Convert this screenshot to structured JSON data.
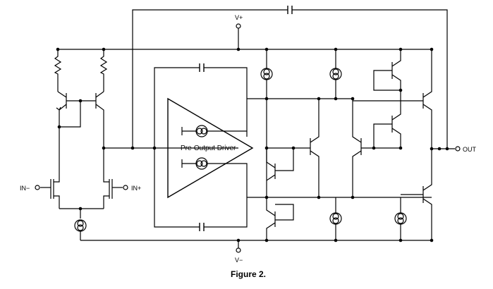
{
  "labels": {
    "vplus": "V+",
    "vminus": "V−",
    "in_minus": "IN−",
    "in_plus": "IN+",
    "out": "OUT",
    "pre_output_driver": "Pre-Output Driver"
  },
  "caption": "Figure 2."
}
